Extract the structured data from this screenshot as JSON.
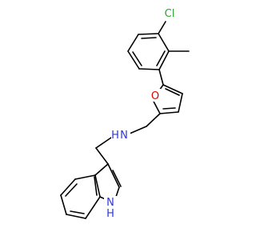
{
  "molecule": {
    "atoms": {
      "chlorine": "Cl",
      "oxygen": "O",
      "amine_n": "N",
      "amine_h": "H",
      "indole_n": "N",
      "indole_h": "H"
    },
    "colors": {
      "bond": "#000000",
      "carbon": "#000000",
      "chlorine": "#2ea52e",
      "oxygen": "#e00000",
      "nitrogen": "#2f35d6"
    }
  }
}
